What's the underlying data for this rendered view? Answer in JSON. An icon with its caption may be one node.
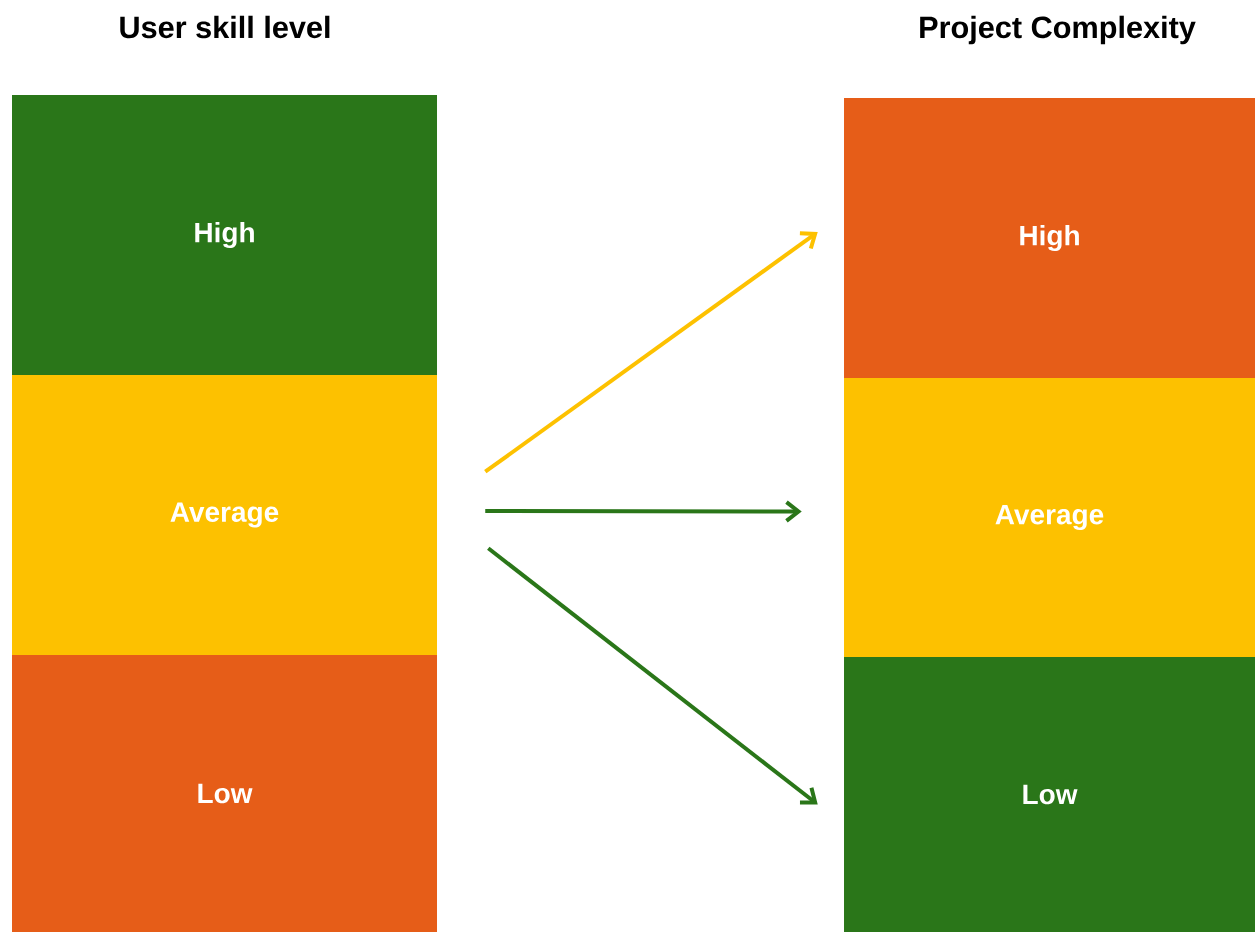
{
  "diagram": {
    "nodes": [
      {
        "text": [
          "High"
        ]
      },
      {
        "text": [
          "Average"
        ]
      },
      {
        "text": [
          "Low"
        ]
      },
      {
        "text": [
          "High"
        ]
      },
      {
        "text": [
          "Average"
        ]
      },
      {
        "text": [
          "Low"
        ]
      }
    ],
    "edges": [
      {
        "from": 1,
        "to": 3,
        "arrow": "to",
        "color": "#fdc100"
      },
      {
        "from": 1,
        "to": 4,
        "arrow": "to"
      },
      {
        "from": 1,
        "to": 5,
        "arrow": "to"
      }
    ],
    "labels": [
      "User skill level",
      "Project Complexity"
    ]
  }
}
